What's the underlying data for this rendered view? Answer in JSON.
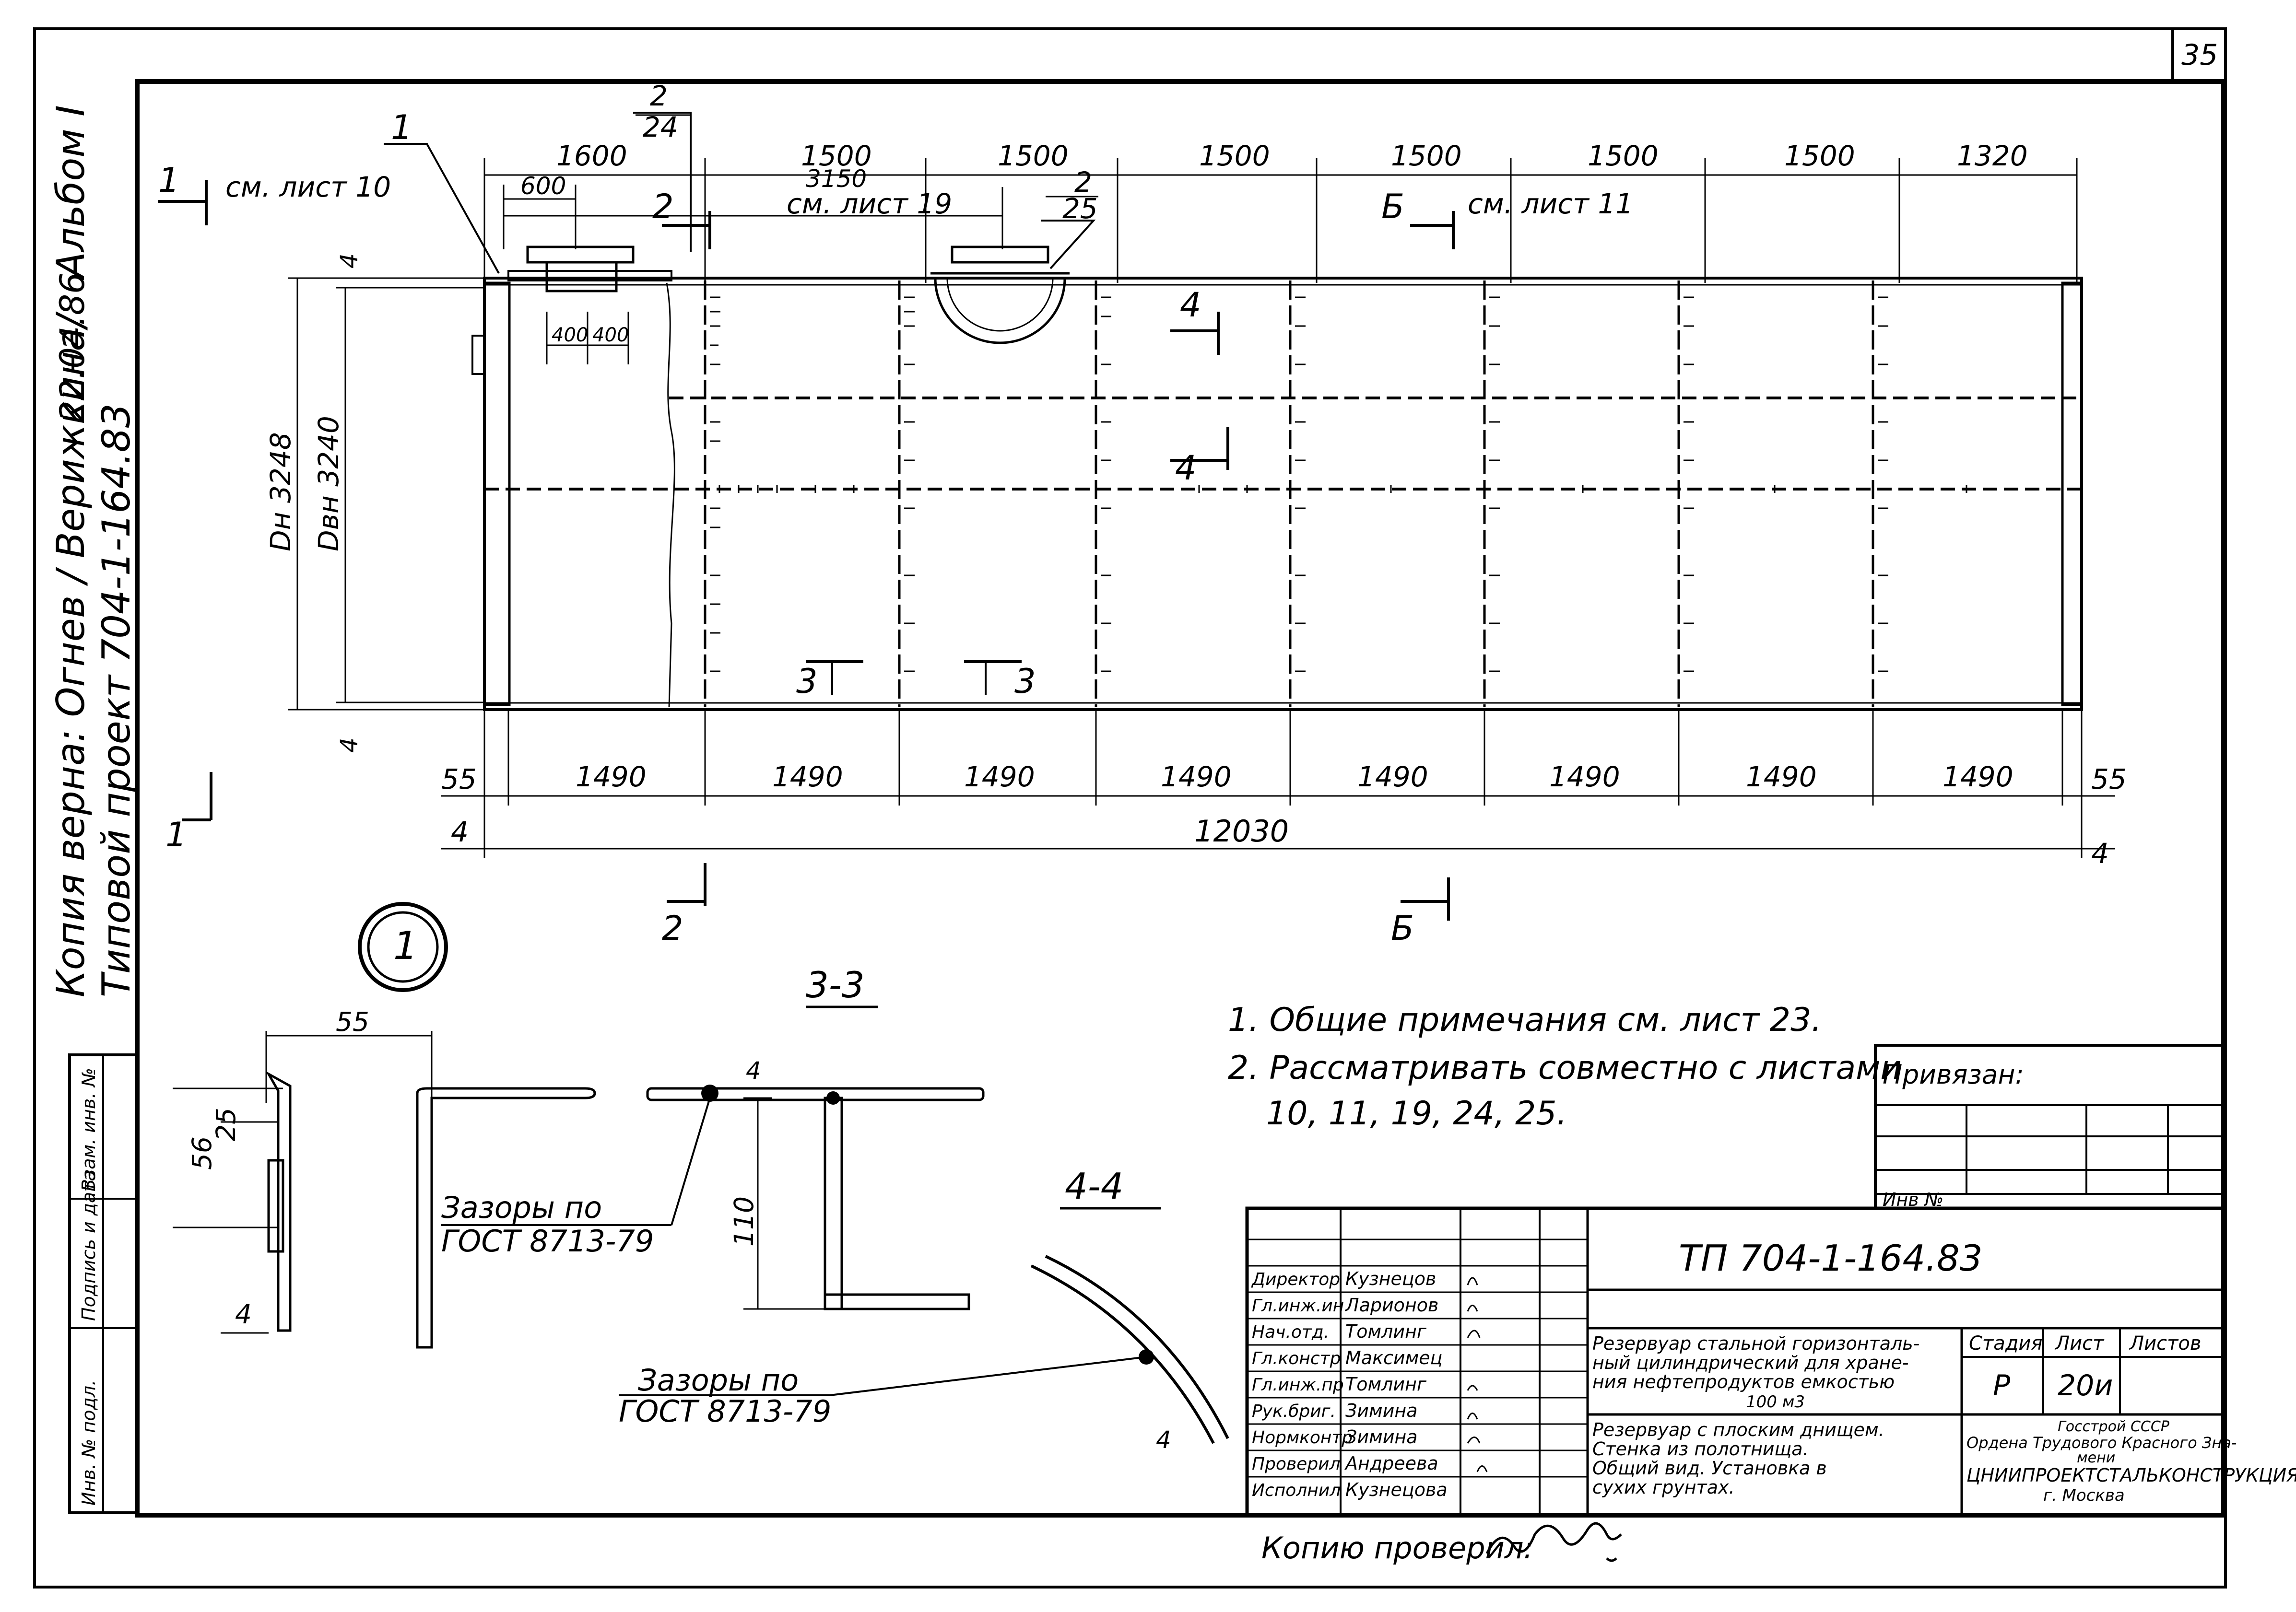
{
  "sheet_number": "35",
  "margin": {
    "line1": "Копия верна: Огнев / Верижкина/",
    "line1_date": "22.04.86",
    "line2": "Альбом I",
    "line3": "Типовой проект  704-1-164.83"
  },
  "left_strip": [
    "Инв. № подл.",
    "Подпись и дата",
    "Взам. инв. №"
  ],
  "section_marks": {
    "s1_top": "1",
    "s1_top_ref": "см. лист 10",
    "s1_bottom": "1",
    "s2_top": "2",
    "s2_top_ref": "см. лист 19",
    "s2_bottom": "2",
    "sB_top": "Б",
    "sB_top_ref": "см. лист 11",
    "sB_bottom": "Б",
    "s4_a": "4",
    "s4_b": "4",
    "s3_a": "3",
    "s3_b": "3"
  },
  "callouts": {
    "c1": "1",
    "c2_top": "2",
    "c2_bottom": "24",
    "c3_top": "2",
    "c3_bottom": "25"
  },
  "dims_top": [
    "1600",
    "1500",
    "1500",
    "1500",
    "1500",
    "1500",
    "1500",
    "1320"
  ],
  "dim_600": "600",
  "dim_3150": "3150",
  "dim_400a": "400",
  "dim_400b": "400",
  "dim_dn": "Dн 3248",
  "dim_dvn": "Dвн 3240",
  "dim_4_top": "4",
  "dim_4_bot": "4",
  "dims_bottom": [
    "1490",
    "1490",
    "1490",
    "1490",
    "1490",
    "1490",
    "1490",
    "1490"
  ],
  "dim_55_left": "55",
  "dim_55_right": "55",
  "dim_4_left": "4",
  "dim_4_right": "4",
  "dim_total": "12030",
  "node_label": "1",
  "node_dims": {
    "d55": "55",
    "d56": "56",
    "d25": "25",
    "d4": "4"
  },
  "section_33_title": "3-3",
  "section_33_dims": {
    "d4": "4",
    "d110": "110"
  },
  "section_44_title": "4-4",
  "section_44_dim": "4",
  "gap_note": {
    "line1": "Зазоры по",
    "line2": "ГОСТ 8713-79"
  },
  "gap_note_2": {
    "line1": "Зазоры по",
    "line2": "ГОСТ 8713-79"
  },
  "notes": [
    "1. Общие примечания см. лист 23.",
    "2. Рассматривать совместно с листами",
    "10, 11, 19, 24, 25."
  ],
  "privyazan": "Привязан:",
  "inv_no": "Инв №",
  "title_block": {
    "project_code": "ТП 704-1-164.83",
    "roles": [
      "Директор",
      "Гл.инж.ин",
      "Нач.отд.",
      "Гл.констр",
      "Гл.инж.пр",
      "Рук.бриг.",
      "Нормконтр",
      "Проверил",
      "Исполнил"
    ],
    "names": [
      "Кузнецов",
      "Ларионов",
      "Томлинг",
      "Максимец",
      "Томлинг",
      "Зимина",
      "Зимина",
      "Андреева",
      "Кузнецова"
    ],
    "description": [
      "Резервуар стальной горизонталь-",
      "ный цилиндрический для хране-",
      "ния нефтепродуктов емкостью",
      "100 м3"
    ],
    "drawing_title": [
      "Резервуар с плоским днищем.",
      "Стенка из полотнища.",
      "Общий вид. Установка в",
      "сухих грунтах."
    ],
    "stage_label": "Стадия",
    "sheet_label": "Лист",
    "sheets_label": "Листов",
    "stage": "Р",
    "sheet": "20и",
    "org": [
      "Госстрой СССР",
      "Ордена Трудового Красного Зна-",
      "мени",
      "ЦНИИПРОЕКТСТАЛЬКОНСТРУКЦИЯ",
      "г. Москва"
    ]
  },
  "copy_checked": "Копию проверил:"
}
